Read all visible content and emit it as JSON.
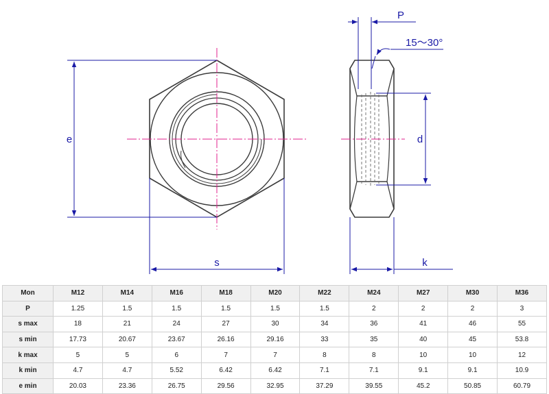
{
  "labels": {
    "e": "e",
    "s": "s",
    "p": "P",
    "angle": "15～30°",
    "d": "d",
    "k": "k"
  },
  "colors": {
    "outline": "#3a3a3a",
    "dimension": "#1a1aa6",
    "centerline": "#e0208c"
  },
  "table": {
    "header": [
      "Mon",
      "M12",
      "M14",
      "M16",
      "M18",
      "M20",
      "M22",
      "M24",
      "M27",
      "M30",
      "M36"
    ],
    "rows": [
      [
        "P",
        "1.25",
        "1.5",
        "1.5",
        "1.5",
        "1.5",
        "1.5",
        "2",
        "2",
        "2",
        "3"
      ],
      [
        "s max",
        "18",
        "21",
        "24",
        "27",
        "30",
        "34",
        "36",
        "41",
        "46",
        "55"
      ],
      [
        "s min",
        "17.73",
        "20.67",
        "23.67",
        "26.16",
        "29.16",
        "33",
        "35",
        "40",
        "45",
        "53.8"
      ],
      [
        "k max",
        "5",
        "5",
        "6",
        "7",
        "7",
        "8",
        "8",
        "10",
        "10",
        "12"
      ],
      [
        "k min",
        "4.7",
        "4.7",
        "5.52",
        "6.42",
        "6.42",
        "7.1",
        "7.1",
        "9.1",
        "9.1",
        "10.9"
      ],
      [
        "e min",
        "20.03",
        "23.36",
        "26.75",
        "29.56",
        "32.95",
        "37.29",
        "39.55",
        "45.2",
        "50.85",
        "60.79"
      ]
    ]
  }
}
